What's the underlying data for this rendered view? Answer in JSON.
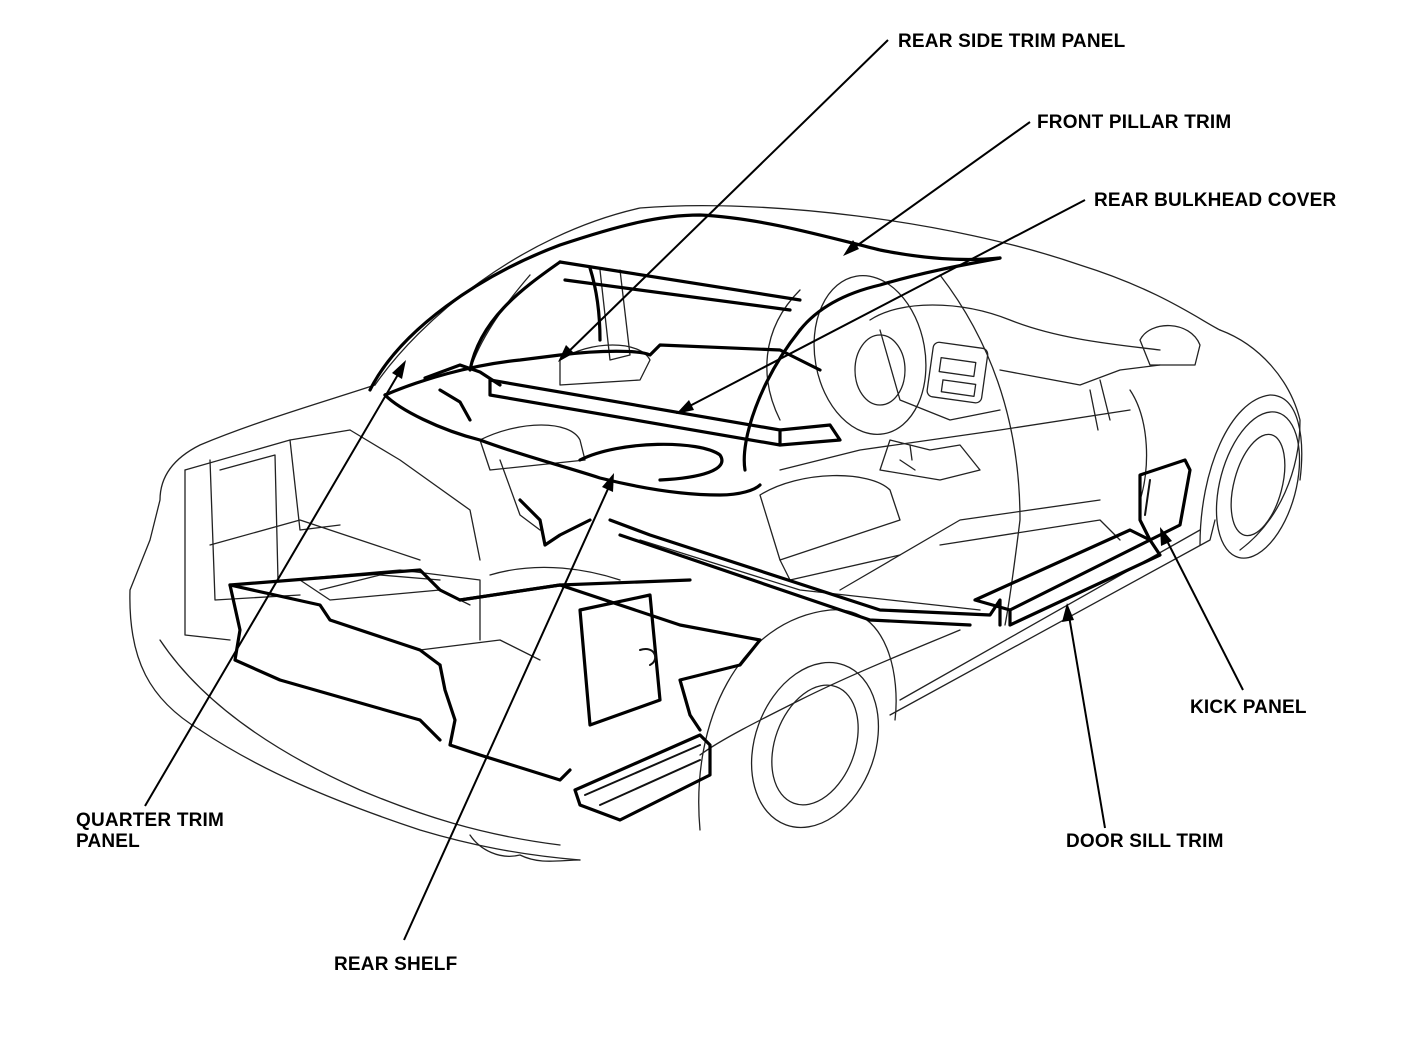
{
  "labels": {
    "rear_side_trim_panel": "REAR SIDE TRIM PANEL",
    "front_pillar_trim": "FRONT PILLAR TRIM",
    "rear_bulkhead_cover": "REAR BULKHEAD COVER",
    "kick_panel": "KICK PANEL",
    "door_sill_trim": "DOOR SILL TRIM",
    "quarter_trim_panel_line1": "QUARTER TRIM",
    "quarter_trim_panel_line2": "PANEL",
    "rear_shelf": "REAR SHELF"
  },
  "colors": {
    "line": "#000000",
    "background": "#ffffff"
  }
}
